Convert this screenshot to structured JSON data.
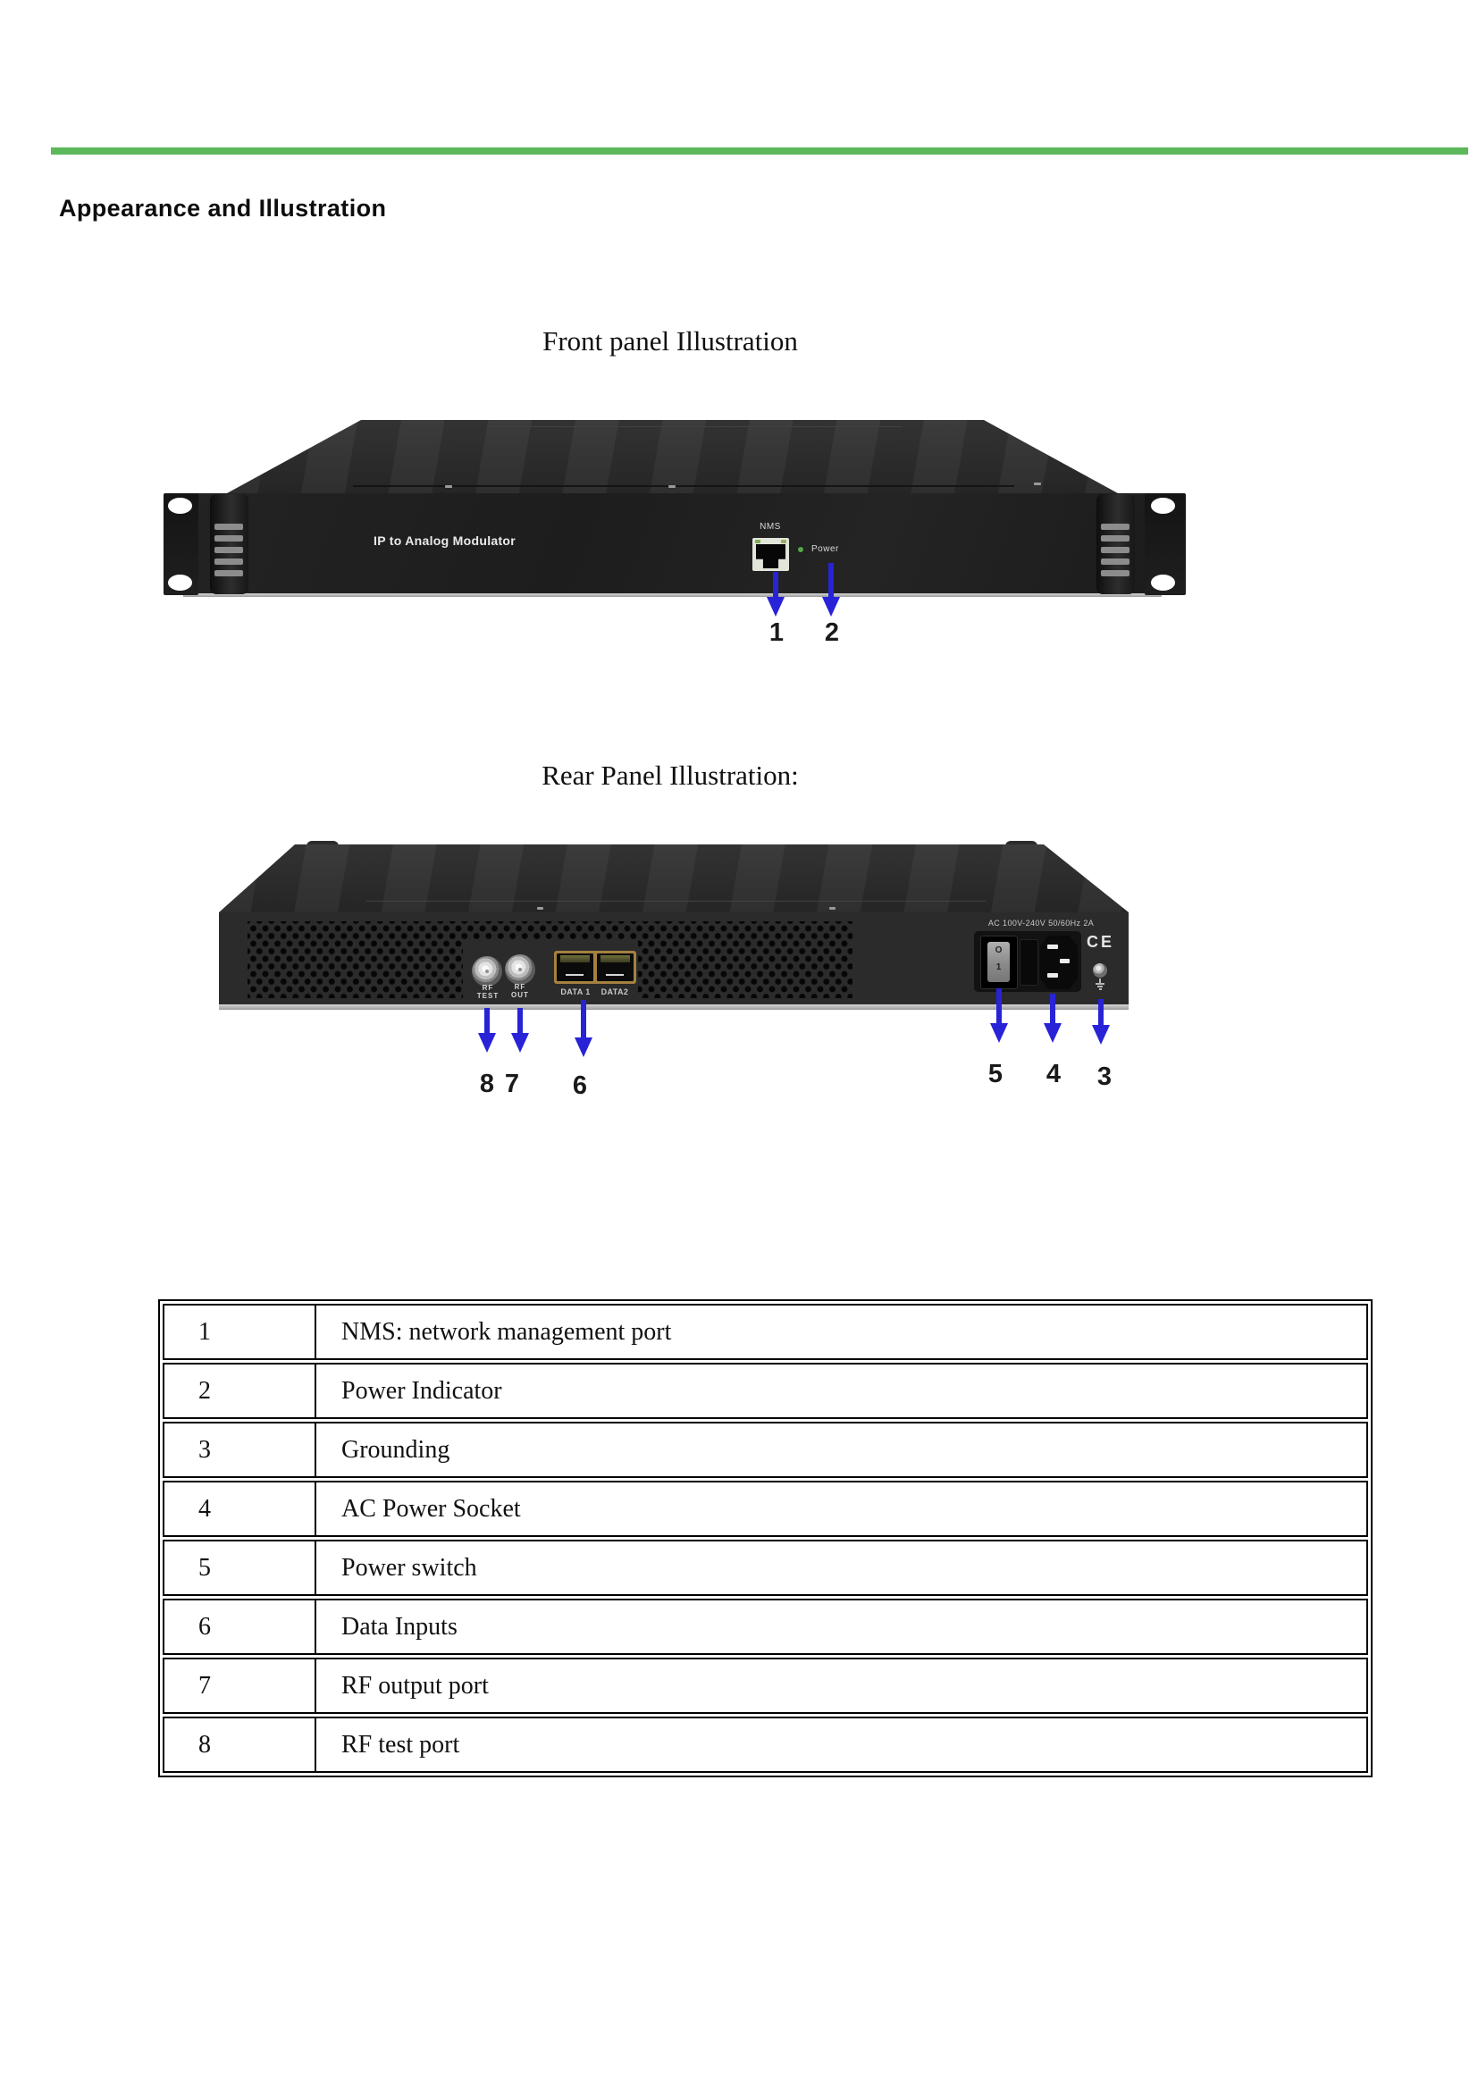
{
  "header": {
    "heading": "Appearance and Illustration"
  },
  "front_panel": {
    "title": "Front panel Illustration",
    "brand": "IP to Analog Modulator",
    "nms_label": "NMS",
    "power_label": "Power",
    "callout_1": "1",
    "callout_2": "2"
  },
  "rear_panel": {
    "title": "Rear Panel Illustration:",
    "ac_rating": "AC 100V-240V 50/60Hz 2A",
    "ce_mark": "CE",
    "switch_off": "O",
    "switch_on": "1",
    "rf_test_line1": "RF",
    "rf_test_line2": "TEST",
    "rf_out_line1": "RF",
    "rf_out_line2": "OUT",
    "data1_label": "DATA 1",
    "data2_label": "DATA2",
    "callout_8": "8",
    "callout_7": "7",
    "callout_6": "6",
    "callout_5": "5",
    "callout_4": "4",
    "callout_3": "3"
  },
  "legend_table": {
    "rows": [
      {
        "num": "1",
        "desc": "NMS: network management port"
      },
      {
        "num": "2",
        "desc": "Power Indicator"
      },
      {
        "num": "3",
        "desc": "Grounding"
      },
      {
        "num": "4",
        "desc": "AC Power Socket"
      },
      {
        "num": "5",
        "desc": "Power switch"
      },
      {
        "num": "6",
        "desc": "Data Inputs"
      },
      {
        "num": "7",
        "desc": "RF output port"
      },
      {
        "num": "8",
        "desc": "RF test port"
      }
    ]
  },
  "colors": {
    "accent_green": "#5cb85c",
    "arrow_blue": "#2823d6"
  }
}
